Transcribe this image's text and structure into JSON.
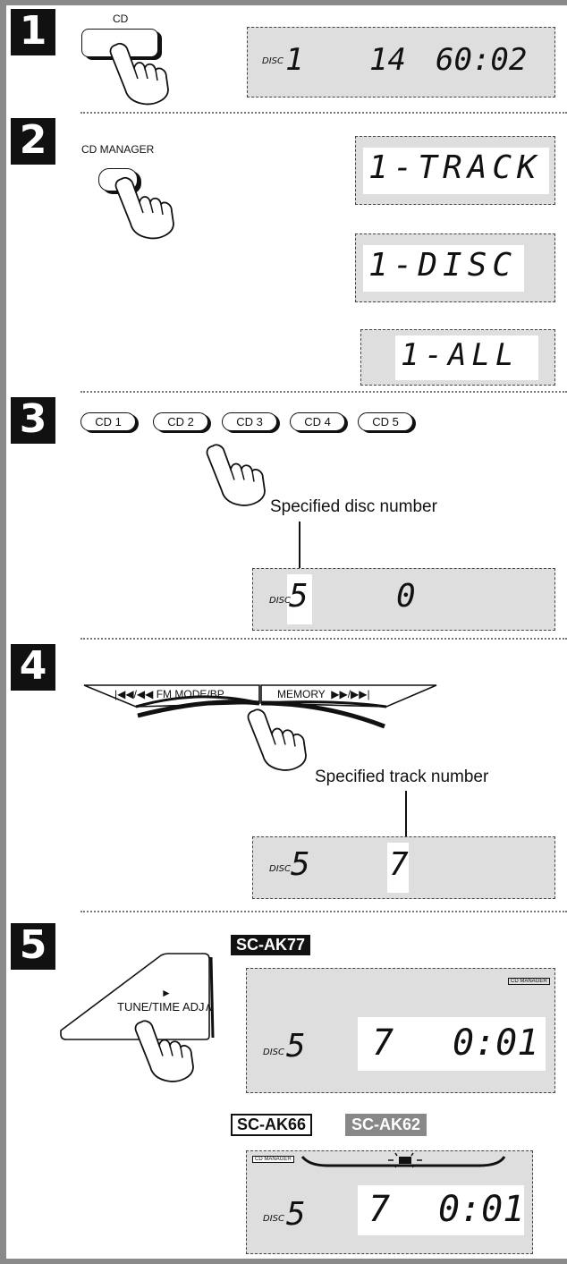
{
  "steps": [
    "1",
    "2",
    "3",
    "4",
    "5"
  ],
  "step1": {
    "button_label": "CD",
    "display": {
      "disc_icon": "DISC",
      "disc": "1",
      "tracks": "14",
      "time": "60:02"
    }
  },
  "step2": {
    "button_label": "CD MANAGER",
    "displays": [
      "1-TRACK",
      "1-DISC",
      "1-ALL"
    ]
  },
  "step3": {
    "buttons": [
      "CD 1",
      "CD 2",
      "CD 3",
      "CD 4",
      "CD 5"
    ],
    "caption": "Specified disc number",
    "display": {
      "disc_icon": "DISC",
      "disc": "5",
      "track": "0"
    }
  },
  "step4": {
    "left_label": "|◀◀/◀◀ FM MODE/BP",
    "right_label": "MEMORY  ▶▶/▶▶|",
    "caption": "Specified track number",
    "display": {
      "disc_icon": "DISC",
      "disc": "5",
      "track": "7"
    }
  },
  "step5": {
    "button_label": "TUNE/TIME ADJ∧",
    "arrow": "►",
    "models": {
      "ak77": "SC-AK77",
      "ak66": "SC-AK66",
      "ak62": "SC-AK62"
    },
    "display_ak77": {
      "indicator": "CD MANAGER",
      "disc_icon": "DISC",
      "disc": "5",
      "track": "7",
      "time": "0:01"
    },
    "display_ak66": {
      "indicator": "CD MANAGER",
      "disc_icon": "DISC",
      "disc": "5",
      "track": "7",
      "time": "0:01"
    }
  }
}
